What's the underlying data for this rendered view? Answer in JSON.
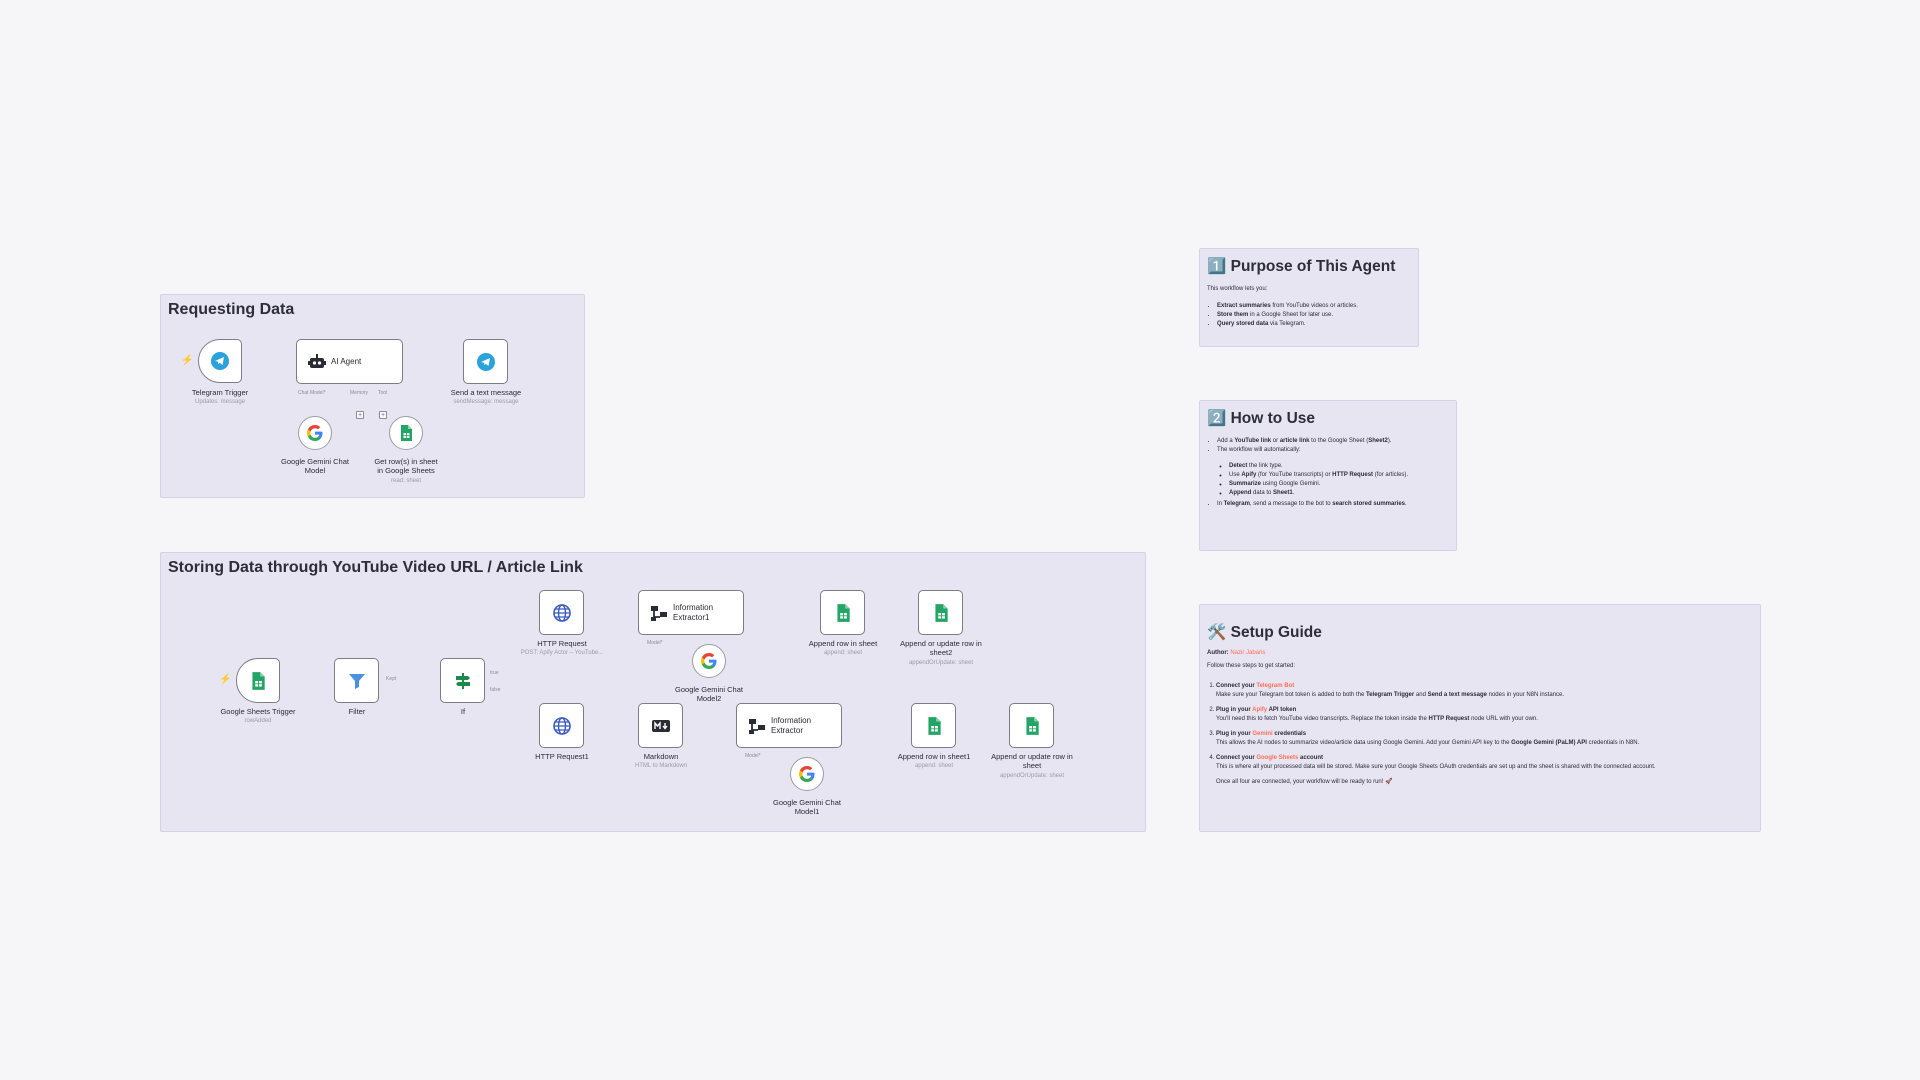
{
  "colors": {
    "canvas_bg": "#f6f6f8",
    "group_bg": "#e8e5f3",
    "accent": "#ff6d5a",
    "sheets_green": "#23a566",
    "telegram_blue": "#2aa3dd",
    "connector": "#7a7985"
  },
  "groups": {
    "requesting": {
      "title": "Requesting Data"
    },
    "storing": {
      "title": "Storing Data through YouTube Video URL / Article Link"
    }
  },
  "nodes": {
    "telegram_trigger": {
      "label": "Telegram Trigger",
      "sub": "Updates: message",
      "icon": "telegram-icon"
    },
    "ai_agent": {
      "label": "AI Agent",
      "icon": "robot-icon",
      "ports": {
        "chat_model": "Chat Model*",
        "memory": "Memory",
        "tool": "Tool"
      }
    },
    "send_message": {
      "label": "Send a text message",
      "sub": "sendMessage: message",
      "icon": "telegram-icon"
    },
    "gemini_model": {
      "label": "Google Gemini Chat Model",
      "icon": "google-icon"
    },
    "get_rows": {
      "label": "Get row(s) in sheet in Google Sheets",
      "sub": "read: sheet",
      "icon": "sheets-icon"
    },
    "sheets_trigger": {
      "label": "Google Sheets Trigger",
      "sub": "rowAdded",
      "icon": "sheets-icon"
    },
    "filter": {
      "label": "Filter",
      "icon": "filter-icon"
    },
    "if": {
      "label": "If",
      "icon": "if-icon",
      "branch_true": "true",
      "branch_false": "false",
      "kept": "Kept"
    },
    "http_request": {
      "label": "HTTP Request",
      "sub": "POST: Apify Actor – YouTube...",
      "icon": "globe-icon"
    },
    "info_extractor1": {
      "label": "Information Extractor1",
      "icon": "extractor-icon",
      "port": "Model*"
    },
    "gemini_model2": {
      "label": "Google Gemini Chat Model2",
      "icon": "google-icon"
    },
    "append_row": {
      "label": "Append row in sheet",
      "sub": "append: sheet",
      "icon": "sheets-icon"
    },
    "append_update2": {
      "label": "Append or update row in sheet2",
      "sub": "appendOrUpdate: sheet",
      "icon": "sheets-icon"
    },
    "http_request1": {
      "label": "HTTP Request1",
      "icon": "globe-icon"
    },
    "markdown": {
      "label": "Markdown",
      "sub": "HTML to Markdown",
      "icon": "markdown-icon"
    },
    "info_extractor": {
      "label": "Information Extractor",
      "icon": "extractor-icon",
      "port": "Model*"
    },
    "gemini_model1": {
      "label": "Google Gemini Chat Model1",
      "icon": "google-icon"
    },
    "append_row1": {
      "label": "Append row in sheet1",
      "sub": "append: sheet",
      "icon": "sheets-icon"
    },
    "append_update": {
      "label": "Append or update row in sheet",
      "sub": "appendOrUpdate: sheet",
      "icon": "sheets-icon"
    }
  },
  "notes": {
    "purpose": {
      "title": "1️⃣ Purpose of This Agent",
      "intro": "This workflow lets you:",
      "items": [
        {
          "bold": "Extract summaries",
          "text": " from YouTube videos or articles."
        },
        {
          "bold": "Store them",
          "text": " in a Google Sheet for later use."
        },
        {
          "bold": "Query stored data",
          "text": " via Telegram."
        }
      ]
    },
    "howto": {
      "title": "2️⃣ How to Use",
      "l1_a": "Add a ",
      "l1_b": "YouTube link",
      "l1_c": " or ",
      "l1_d": "article link",
      "l1_e": " to the Google Sheet (",
      "l1_f": "Sheet2",
      "l1_g": ").",
      "l2": "The workflow will automatically:",
      "s1_b": "Detect",
      "s1_t": " the link type.",
      "s2_a": "Use ",
      "s2_b": "Apify",
      "s2_c": " (for YouTube transcripts) or ",
      "s2_d": "HTTP Request",
      "s2_e": " (for articles).",
      "s3_b": "Summarize",
      "s3_t": " using Google Gemini.",
      "s4_b": "Append",
      "s4_t": " data to ",
      "s4_c": "Sheet1",
      "s4_d": ".",
      "l3_a": "In ",
      "l3_b": "Telegram",
      "l3_c": ", send a message to the bot to ",
      "l3_d": "search stored summaries",
      "l3_e": "."
    },
    "setup": {
      "title": "🛠️ Setup Guide",
      "author_label": "Author:",
      "author_name": "Nazir Jabaris",
      "intro": "Follow these steps to get started:",
      "s1_h": "Connect your ",
      "s1_hl": "Telegram Bot",
      "s1_t1": "Make sure your Telegram bot token is added to both the ",
      "s1_b1": "Telegram Trigger",
      "s1_t2": " and ",
      "s1_b2": "Send a text message",
      "s1_t3": " nodes in your N8N instance.",
      "s2_h": "Plug in your ",
      "s2_hl": "Apify",
      "s2_h2": " API token",
      "s2_t1": "You'll need this to fetch YouTube video transcripts. Replace the token inside the ",
      "s2_b1": "HTTP Request",
      "s2_t2": " node URL with your own.",
      "s3_h": "Plug in your ",
      "s3_hl": "Gemini",
      "s3_h2": " credentials",
      "s3_t1": "This allows the AI nodes to summarize video/article data using Google Gemini. Add your Gemini API key to the ",
      "s3_b1": "Google Gemini (PaLM) API",
      "s3_t2": " credentials in N8N.",
      "s4_h": "Connect your ",
      "s4_hl": "Google Sheets",
      "s4_h2": " account",
      "s4_t1": "This is where all your processed data will be stored. Make sure your Google Sheets OAuth credentials are set up and the sheet is shared with the connected account.",
      "outro": "Once all four are connected, your workflow will be ready to run! 🚀"
    }
  }
}
